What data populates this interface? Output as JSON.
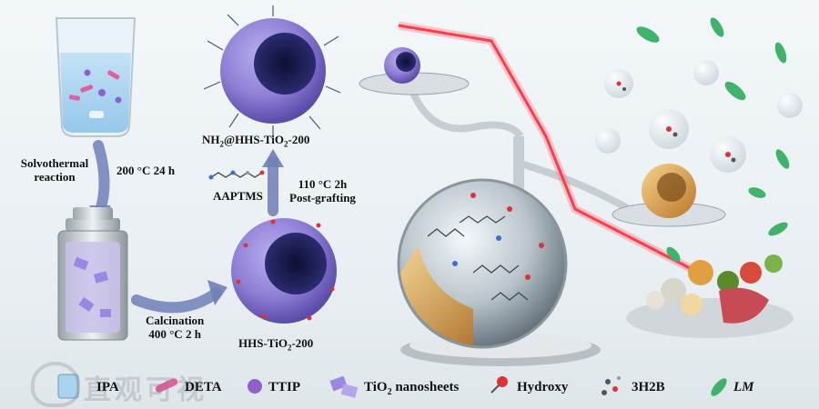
{
  "labels": {
    "solvothermal": "Solvothermal reaction",
    "solvothermal_line1": "Solvothermal",
    "solvothermal_line2": "reaction",
    "temp1": "200 °C  24 h",
    "calcination_line1": "Calcination",
    "calcination_line2": "400 °C  2 h",
    "hhs": "HHS-TiO₂-200",
    "hhs_main": "HHS-TiO",
    "hhs_sub": "2",
    "hhs_tail": "-200",
    "nh2_main": "NH",
    "nh2_sub": "2",
    "nh2_mid": "@HHS-TiO",
    "nh2_sub2": "2",
    "nh2_tail": "-200",
    "aaptms": "AAPTMS",
    "post_line1": "110 °C  2h",
    "post_line2": "Post-grafting"
  },
  "legend": {
    "ipa": "IPA",
    "deta": "DETA",
    "ttip": "TTIP",
    "tio2_main": "TiO",
    "tio2_sub": "2",
    "tio2_tail": " nanosheets",
    "hydroxy": "Hydroxy",
    "h3h2b": "3H2B",
    "lm": "LM"
  },
  "watermark": "直观可视",
  "colors": {
    "arrow": "#6f7fb8",
    "sphere_purple": "#8f7fd6",
    "core_dark": "#1c1d52",
    "laser": "#ff3b4a",
    "bacteria": "#3fb36a",
    "tio2_gold": "#d9a24a"
  }
}
